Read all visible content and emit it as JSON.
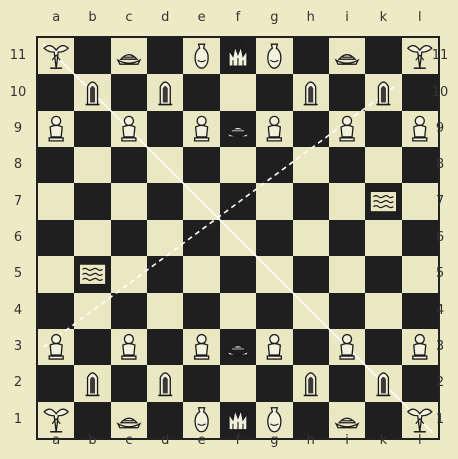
{
  "board": {
    "files": [
      "a",
      "b",
      "c",
      "d",
      "e",
      "f",
      "g",
      "h",
      "i",
      "k",
      "l"
    ],
    "ranks": [
      "11",
      "10",
      "9",
      "8",
      "7",
      "6",
      "5",
      "4",
      "3",
      "2",
      "1"
    ],
    "light_color": "#e9e8c2",
    "dark_color": "#1f1f1f",
    "frame_color": "#ecebc6"
  },
  "pieces": [
    {
      "type": "archer-icon",
      "square": "a11",
      "side": "black"
    },
    {
      "type": "ship-icon",
      "square": "c11",
      "side": "black"
    },
    {
      "type": "vase-icon",
      "square": "e11",
      "side": "black"
    },
    {
      "type": "crown-icon",
      "square": "f11",
      "side": "black"
    },
    {
      "type": "vase-icon",
      "square": "g11",
      "side": "black"
    },
    {
      "type": "ship-icon",
      "square": "i11",
      "side": "black"
    },
    {
      "type": "archer-icon",
      "square": "l11",
      "side": "black"
    },
    {
      "type": "tower-icon",
      "square": "b10",
      "side": "black"
    },
    {
      "type": "tower-icon",
      "square": "d10",
      "side": "black"
    },
    {
      "type": "tower-icon",
      "square": "h10",
      "side": "black"
    },
    {
      "type": "tower-icon",
      "square": "k10",
      "side": "black"
    },
    {
      "type": "pawn-icon",
      "square": "a9",
      "side": "black"
    },
    {
      "type": "pawn-icon",
      "square": "c9",
      "side": "black"
    },
    {
      "type": "pawn-icon",
      "square": "e9",
      "side": "black"
    },
    {
      "type": "ship-icon",
      "square": "f9",
      "side": "black"
    },
    {
      "type": "pawn-icon",
      "square": "g9",
      "side": "black"
    },
    {
      "type": "pawn-icon",
      "square": "i9",
      "side": "black"
    },
    {
      "type": "pawn-icon",
      "square": "l9",
      "side": "black"
    },
    {
      "type": "water-icon",
      "square": "k7",
      "side": "neutral"
    },
    {
      "type": "water-icon",
      "square": "b5",
      "side": "neutral"
    },
    {
      "type": "pawn-icon",
      "square": "a3",
      "side": "white"
    },
    {
      "type": "pawn-icon",
      "square": "c3",
      "side": "white"
    },
    {
      "type": "pawn-icon",
      "square": "e3",
      "side": "white"
    },
    {
      "type": "ship-icon",
      "square": "f3",
      "side": "white"
    },
    {
      "type": "pawn-icon",
      "square": "g3",
      "side": "white"
    },
    {
      "type": "pawn-icon",
      "square": "i3",
      "side": "white"
    },
    {
      "type": "pawn-icon",
      "square": "l3",
      "side": "white"
    },
    {
      "type": "tower-icon",
      "square": "b2",
      "side": "white"
    },
    {
      "type": "tower-icon",
      "square": "d2",
      "side": "white"
    },
    {
      "type": "tower-icon",
      "square": "h2",
      "side": "white"
    },
    {
      "type": "tower-icon",
      "square": "k2",
      "side": "white"
    },
    {
      "type": "archer-icon",
      "square": "a1",
      "side": "white"
    },
    {
      "type": "ship-icon",
      "square": "c1",
      "side": "white"
    },
    {
      "type": "vase-icon",
      "square": "e1",
      "side": "white"
    },
    {
      "type": "crown-icon",
      "square": "f1",
      "side": "white"
    },
    {
      "type": "vase-icon",
      "square": "g1",
      "side": "white"
    },
    {
      "type": "ship-icon",
      "square": "i1",
      "side": "white"
    },
    {
      "type": "archer-icon",
      "square": "l1",
      "side": "white"
    }
  ],
  "move_lines": [
    {
      "from": "a11",
      "to": "l1",
      "style": "solid"
    },
    {
      "from": "a3",
      "to": "k10",
      "style": "dashed"
    }
  ]
}
